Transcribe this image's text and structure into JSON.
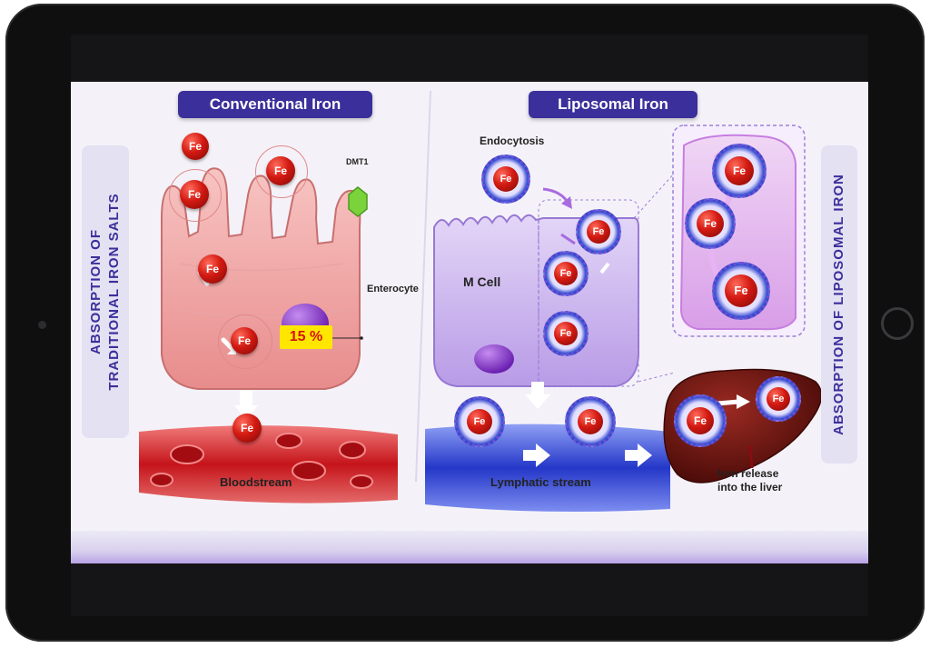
{
  "left": {
    "title": "Conventional Iron",
    "side_label_line1": "ABSORPTION OF",
    "side_label_line2": "TRADITIONAL IRON SALTS",
    "transporter": "DMT1",
    "cell_label": "Enterocyte",
    "absorption_percent": "15 %",
    "stream_label": "Bloodstream",
    "iron_symbol": "Fe"
  },
  "right": {
    "title": "Liposomal Iron",
    "side_label": "ABSORPTION OF LIPOSOMAL IRON",
    "process_label": "Endocytosis",
    "cell_label": "M Cell",
    "stream_label": "Lymphatic stream",
    "liver_label_line1": "Iron release",
    "liver_label_line2": "into the liver",
    "iron_symbol": "Fe"
  },
  "colors": {
    "title_bg": "#3b2f9b",
    "iron": "#d31a12",
    "liposome": "#2131a6",
    "enterocyte": "#f2a5a5",
    "m_cell": "#c9b2ec",
    "blood": "#c5141a",
    "lymph": "#2437c8",
    "liver": "#6b1410",
    "badge": "#ffe600"
  }
}
